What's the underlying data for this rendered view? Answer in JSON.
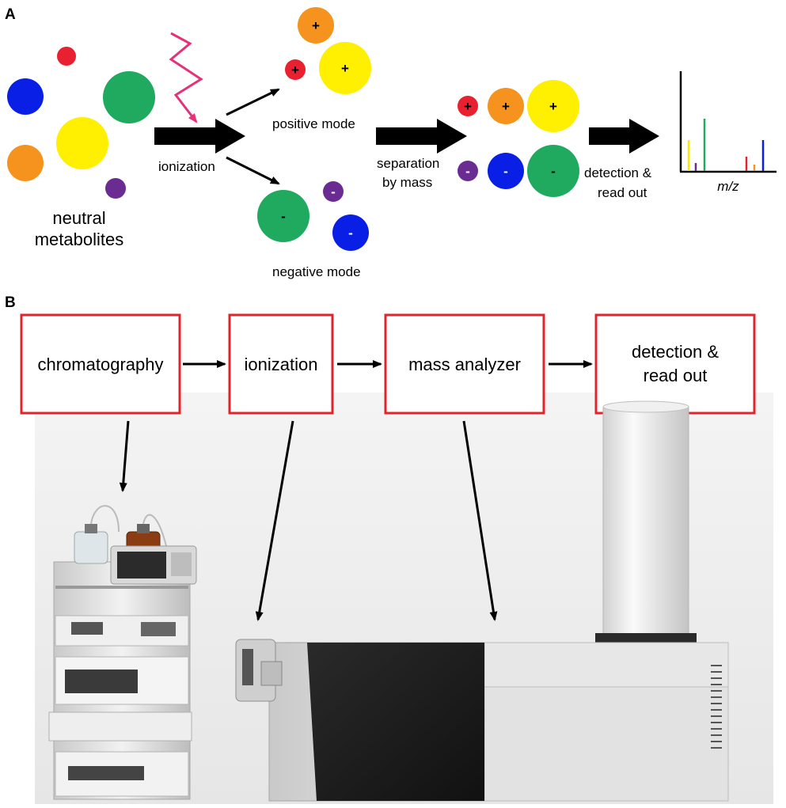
{
  "panel_a": {
    "label": "A",
    "neutral_label_line1": "neutral",
    "neutral_label_line2": "metabolites",
    "ionization_label": "ionization",
    "positive_mode_label": "positive mode",
    "negative_mode_label": "negative mode",
    "separation_line1": "separation",
    "separation_line2": "by mass",
    "detection_line1": "detection &",
    "detection_line2": "read out",
    "spectrum_axis_label": "m/z",
    "positive_sign": "+",
    "negative_sign": "-"
  },
  "panel_b": {
    "label": "B",
    "boxes": [
      {
        "line1": "chromatography",
        "line2": ""
      },
      {
        "line1": "ionization",
        "line2": ""
      },
      {
        "line1": "mass analyzer",
        "line2": ""
      },
      {
        "line1": "detection &",
        "line2": "read out"
      }
    ]
  },
  "colors": {
    "red": "#e8202f",
    "orange": "#f5931e",
    "yellow": "#ffef00",
    "blue": "#0a1fe6",
    "green": "#1faa60",
    "purple": "#6a2c93",
    "lightning": "#e6317a",
    "box_border": "#e0242c"
  }
}
